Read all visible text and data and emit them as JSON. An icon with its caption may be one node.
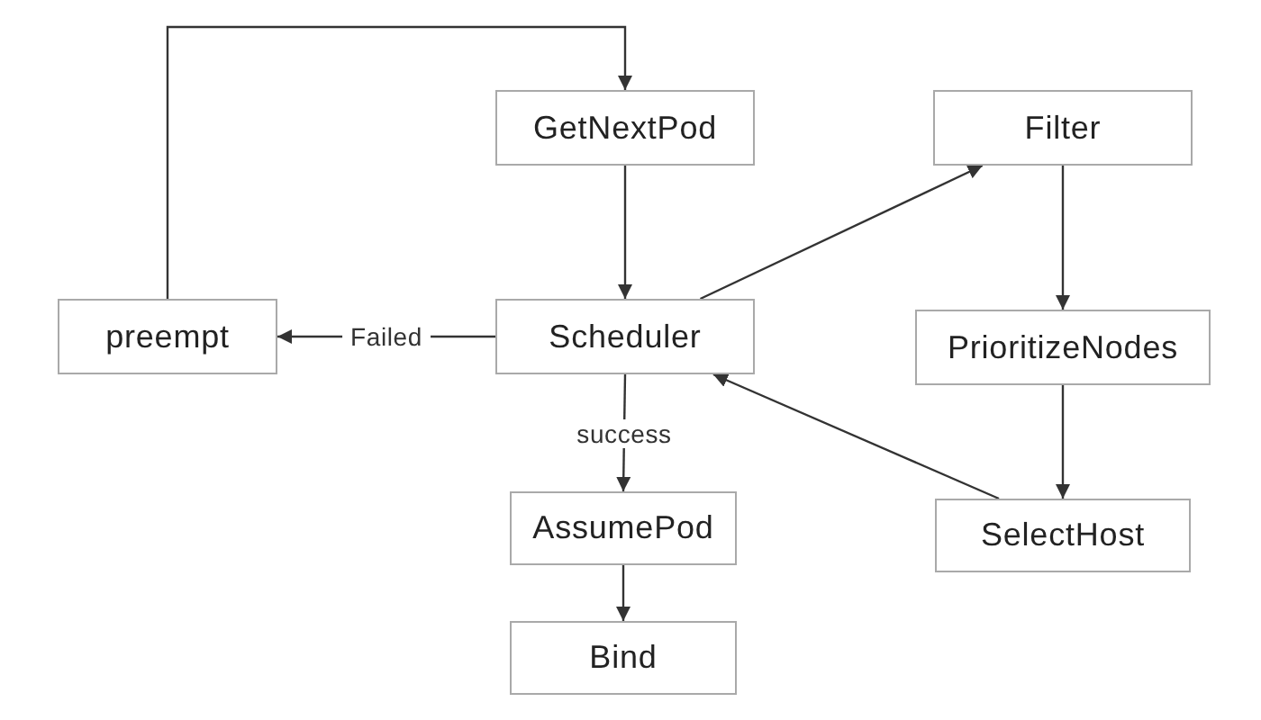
{
  "diagram": {
    "nodes": [
      {
        "text": [
          "GetNextPod"
        ]
      },
      {
        "text": [
          "Filter"
        ]
      },
      {
        "text": [
          "preempt"
        ]
      },
      {
        "text": [
          "Scheduler"
        ]
      },
      {
        "text": [
          "PrioritizeNodes"
        ]
      },
      {
        "text": [
          "AssumePod"
        ]
      },
      {
        "text": [
          "SelectHost"
        ]
      },
      {
        "text": [
          "Bind"
        ]
      }
    ],
    "edges": [
      {
        "from": 2,
        "to": 0,
        "arrow": "to"
      },
      {
        "from": 0,
        "to": 3,
        "arrow": "to"
      },
      {
        "from": 3,
        "to": 2,
        "label": "Failed",
        "arrow": "to"
      },
      {
        "from": 3,
        "to": 1,
        "arrow": "to"
      },
      {
        "from": 1,
        "to": 4,
        "arrow": "to"
      },
      {
        "from": 4,
        "to": 6,
        "arrow": "to"
      },
      {
        "from": 6,
        "to": 3,
        "arrow": "to"
      },
      {
        "from": 3,
        "to": 5,
        "label": "success",
        "arrow": "to"
      },
      {
        "from": 5,
        "to": 7,
        "arrow": "to"
      }
    ]
  }
}
